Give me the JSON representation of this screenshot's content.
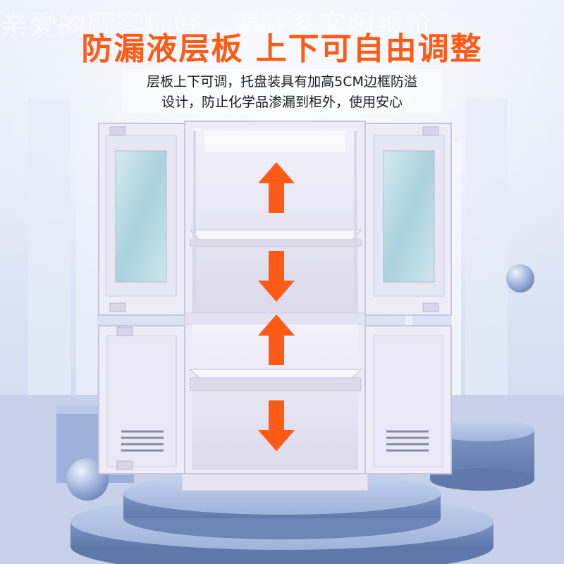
{
  "watermark": "亲爱的顾客你好，请联系客服报价",
  "headline": "防漏液层板 上下可自由调整",
  "description": {
    "line1": "层板上下可调，托盘装具有加高5CM边框防溢",
    "line2": "设计，防止化学品渗漏到柜外，使用安心"
  },
  "colors": {
    "accent": "#ff5a16",
    "background": "#dfe6f5",
    "cabinet": "#eceaf6",
    "podium": "#8fa6cf"
  },
  "icons": [
    "arrow-up-icon",
    "arrow-down-icon",
    "arrow-up-icon",
    "arrow-down-icon"
  ]
}
